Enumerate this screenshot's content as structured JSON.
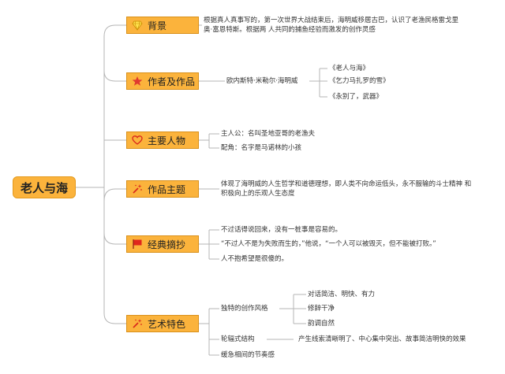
{
  "root": {
    "label": "老人与海"
  },
  "branches": [
    {
      "label": "背景",
      "icon": "gem-icon"
    },
    {
      "label": "作者及作品",
      "icon": "star-icon"
    },
    {
      "label": "主要人物",
      "icon": "heart-icon"
    },
    {
      "label": "作品主题",
      "icon": "magic-wand-icon"
    },
    {
      "label": "经典摘抄",
      "icon": "flag-icon"
    },
    {
      "label": "艺术特色",
      "icon": "magic-wand-icon"
    }
  ],
  "background": {
    "text": "根据真人真事写的，第一次世界大战结束后，海明威移居古巴，认识了老渔民格雷戈里奥·富恩特斯。根据两 人共同的捕鱼经验而激发的创作灵感"
  },
  "author": {
    "name": "欧内斯特·米勒尔·海明威",
    "works": [
      "《老人与海》",
      "《乞力马扎罗的雪》",
      "《永别了，武器》"
    ]
  },
  "characters": {
    "items": [
      "主人公：名叫圣地亚哥的老渔夫",
      "配角：名字是马诺林的小孩"
    ]
  },
  "theme": {
    "text": "体现了海明威的人生哲学和道德理想，即人类不向命运低头，永不服输的斗士精神 和积极向上的乐观人生态度"
  },
  "quotes": {
    "items": [
      "不过话得说回来，没有一桩事是容易的。",
      "“不过人不是为失败而生的，”他说，“一个人可以被毁灭，但不能被打败。”",
      "人不抱希望是很傻的。"
    ]
  },
  "art": {
    "style_label": "独特的创作风格",
    "style_items": [
      "对话简洁、明快、有力",
      "修辞干净",
      "韵调自然"
    ],
    "structure_label": "轮辐式结构",
    "structure_desc": "产生线索清晰明了、中心集中突出、故事简洁明快的效果",
    "rhythm_label": "缓急相间的节奏感"
  },
  "colors": {
    "branch_fill": "#fbb33c",
    "line": "#b5b5b5"
  }
}
